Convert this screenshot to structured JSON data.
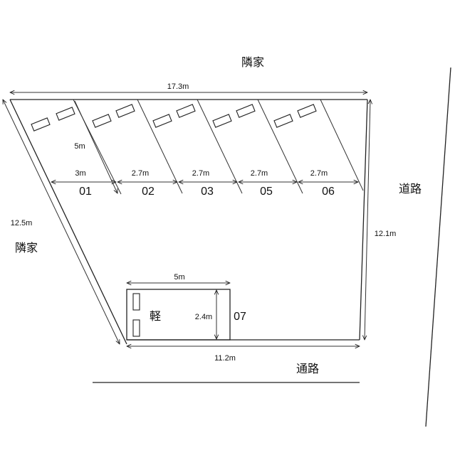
{
  "labels": {
    "neighbor_top": "隣家",
    "neighbor_left": "隣家",
    "road_right": "道路",
    "passage_bottom": "通路",
    "kei_car": "軽"
  },
  "dimensions": {
    "top_width": "17.3m",
    "left_length": "12.5m",
    "right_length": "12.1m",
    "bottom_width": "11.2m",
    "stall_depth": "5m",
    "kei_length": "5m",
    "kei_width": "2.4m",
    "stall_widths": [
      "3m",
      "2.7m",
      "2.7m",
      "2.7m",
      "2.7m"
    ]
  },
  "stalls": [
    "01",
    "02",
    "03",
    "05",
    "06",
    "07"
  ]
}
